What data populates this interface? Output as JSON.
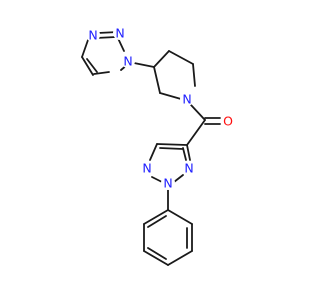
{
  "structure": {
    "atoms": [
      {
        "id": "n_a",
        "label": "N",
        "color": "#2020ff"
      },
      {
        "id": "n_b",
        "label": "N",
        "color": "#2020ff"
      },
      {
        "id": "n_c",
        "label": "N",
        "color": "#2020ff"
      },
      {
        "id": "n_d",
        "label": "N",
        "color": "#2020ff"
      },
      {
        "id": "n_e",
        "label": "N",
        "color": "#2020ff"
      },
      {
        "id": "n_f",
        "label": "N",
        "color": "#2020ff"
      },
      {
        "id": "n_g",
        "label": "N",
        "color": "#2020ff"
      },
      {
        "id": "o_a",
        "label": "O",
        "color": "#ff0d0d"
      }
    ],
    "bond_color": "#1a1a1a"
  }
}
